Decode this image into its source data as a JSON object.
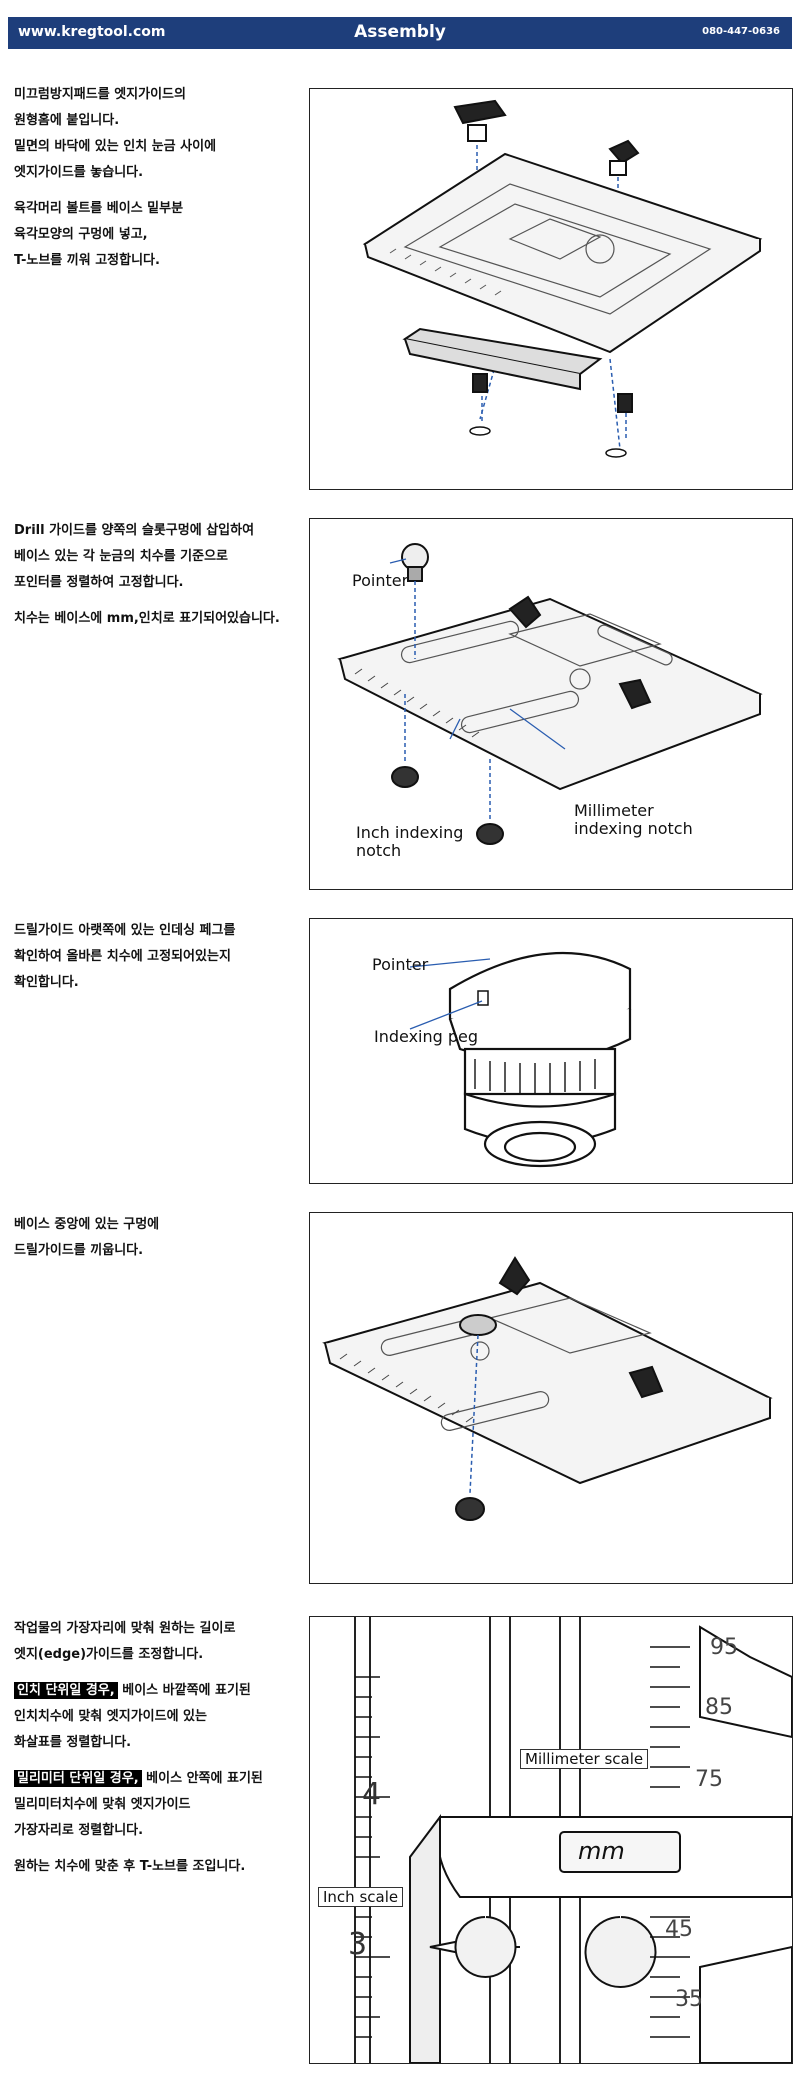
{
  "header": {
    "site": "www.kregtool.com",
    "title": "Assembly",
    "phone": "080-447-0636"
  },
  "step1": {
    "lines": [
      "미끄럼방지패드를 엣지가이드의",
      "원형홈에 붙입니다.",
      "밑면의 바닥에 있는 인치 눈금 사이에",
      "엣지가이드를 놓습니다.",
      "육각머리 볼트를 베이스 밑부분",
      "육각모양의 구멍에 넣고,",
      "T-노브를 끼워 고정합니다."
    ]
  },
  "step2": {
    "lines": [
      "Drill 가이드를  양쪽의 슬롯구멍에 삽입하여",
      "베이스 있는 각 눈금의 치수를 기준으로",
      "포인터를 정렬하여 고정합니다.",
      "치수는 베이스에 mm,인치로 표기되어있습니다."
    ],
    "labels": {
      "pointer": "Pointer",
      "inch_notch_1": "Inch indexing",
      "inch_notch_2": "notch",
      "mm_notch_1": "Millimeter",
      "mm_notch_2": "indexing notch"
    }
  },
  "step3": {
    "lines": [
      "드릴가이드 아랫쪽에 있는 인데싱 페그를",
      "확인하여 올바른 치수에 고정되어있는지",
      "확인합니다."
    ],
    "labels": {
      "pointer": "Pointer",
      "peg": "Indexing peg"
    }
  },
  "step4": {
    "lines": [
      "베이스 중앙에 있는 구멍에",
      "드릴가이드를 끼웁니다."
    ]
  },
  "step5": {
    "line1": "작업물의 가장자리에 맞춰 원하는 길이로",
    "line2": "엣지(edge)가이드를 조정합니다.",
    "inch_hl": "인치 단위일 경우,",
    "inch_rest": " 베이스 바깥쪽에 표기된",
    "line4": "인치치수에 맞춰 엣지가이드에 있는",
    "line5": "화살표를 정렬합니다.",
    "mm_hl": "밀리미터 단위일 경우,",
    "mm_rest": " 베이스 안쪽에 표기된",
    "line7": "밀리미터치수에 맞춰 엣지가이드",
    "line8": "가장자리로 정렬합니다.",
    "line9": "원하는 치수에 맞춘 후 T-노브를 조입니다.",
    "labels": {
      "mm_scale": "Millimeter scale",
      "inch_scale": "Inch scale",
      "mm_tag": "mm",
      "inch_4": "4",
      "inch_3": "3",
      "mm_95": "95",
      "mm_85": "85",
      "mm_75": "75",
      "mm_45": "45",
      "mm_35": "35"
    }
  }
}
